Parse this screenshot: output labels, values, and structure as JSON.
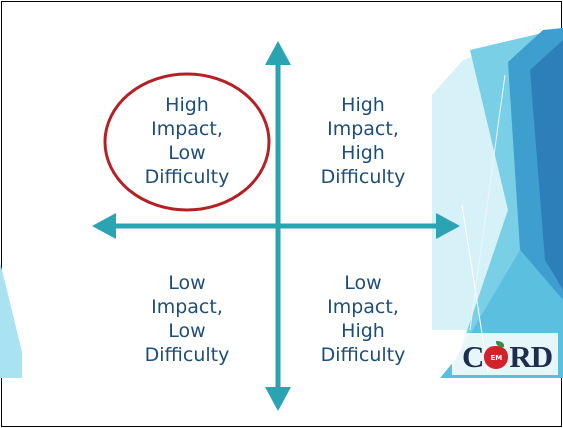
{
  "quadrants": {
    "top_left": [
      "High",
      "Impact,",
      "Low",
      "Difficulty"
    ],
    "top_right": [
      "High",
      "Impact,",
      "High",
      "Difficulty"
    ],
    "bottom_left": [
      "Low",
      "Impact,",
      "Low",
      "Difficulty"
    ],
    "bottom_right": [
      "Low",
      "Impact,",
      "High",
      "Difficulty"
    ]
  },
  "highlight": {
    "quadrant": "top_left",
    "shape": "ellipse-outline",
    "color": "#b52025"
  },
  "logo": {
    "before": "C",
    "apple_label": "EM",
    "after": "RD"
  },
  "colors": {
    "axis": "#2aa3b3",
    "text": "#1f4e79",
    "decor_light": "#9fdcef",
    "decor_mid": "#4cb5dc",
    "decor_dark": "#2c7fb8"
  }
}
